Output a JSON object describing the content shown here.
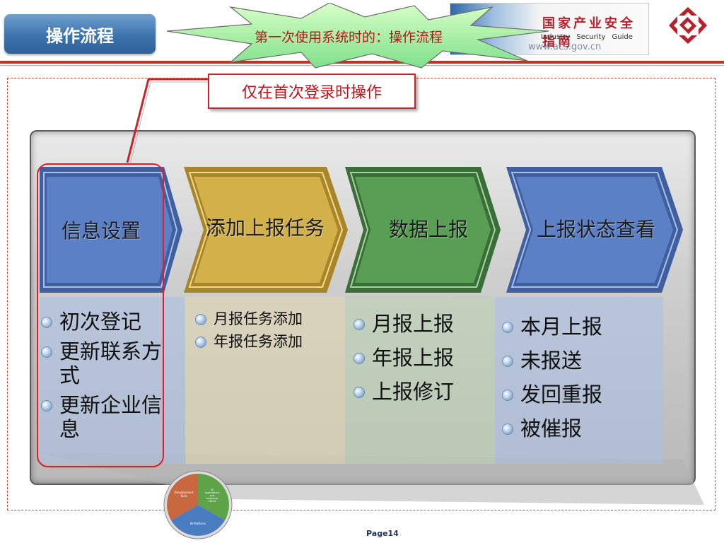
{
  "header": {
    "section_title": "操作流程",
    "burst_text": "第一次使用系统时的：操作流程",
    "banner_cn": "国家产业安全指南",
    "banner_en": "Industry Security Guide",
    "banner_url": "www.acs.gov.cn"
  },
  "note": "仅在首次登录时操作",
  "steps": [
    {
      "label": "信息设置",
      "color": "#4f72b8",
      "items": [
        "初次登记",
        "更新联系方式",
        "更新企业信息"
      ]
    },
    {
      "label": "添加上报任务",
      "color": "#c9a73c",
      "items": [
        "月报任务添加",
        "年报任务添加"
      ]
    },
    {
      "label": "数据上报",
      "color": "#4b8c4a",
      "items": [
        "月报上报",
        "年报上报",
        "上报修订"
      ]
    },
    {
      "label": "上报状态查看",
      "color": "#4f72b8",
      "items": [
        "本月上报",
        "未报送",
        "发回重报",
        "被催报"
      ]
    }
  ],
  "bi_diagram": {
    "segments": [
      "Development Tools",
      "BI Applications and Analytical Clients",
      "BI Platform"
    ]
  },
  "footer": {
    "page": "Page14"
  },
  "colors": {
    "accent_red": "#c8242a",
    "tab_blue": "#3d73ad"
  }
}
